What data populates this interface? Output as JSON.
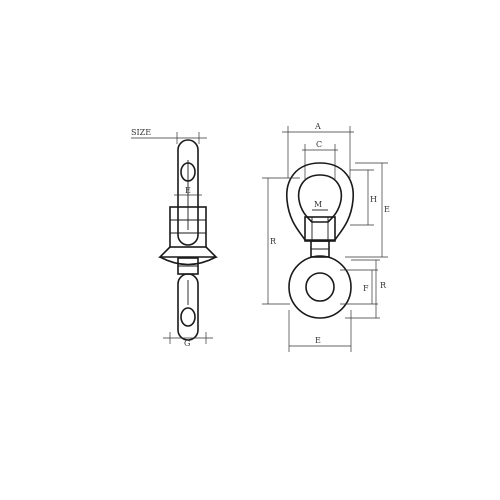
{
  "diagram": {
    "title": "Swivel with eye and nut — dimension drawing",
    "labels": {
      "size": "SIZE",
      "a": "A",
      "c": "C",
      "e": "E",
      "g": "G",
      "h": "H",
      "m": "M",
      "f": "F",
      "r": "R"
    }
  }
}
